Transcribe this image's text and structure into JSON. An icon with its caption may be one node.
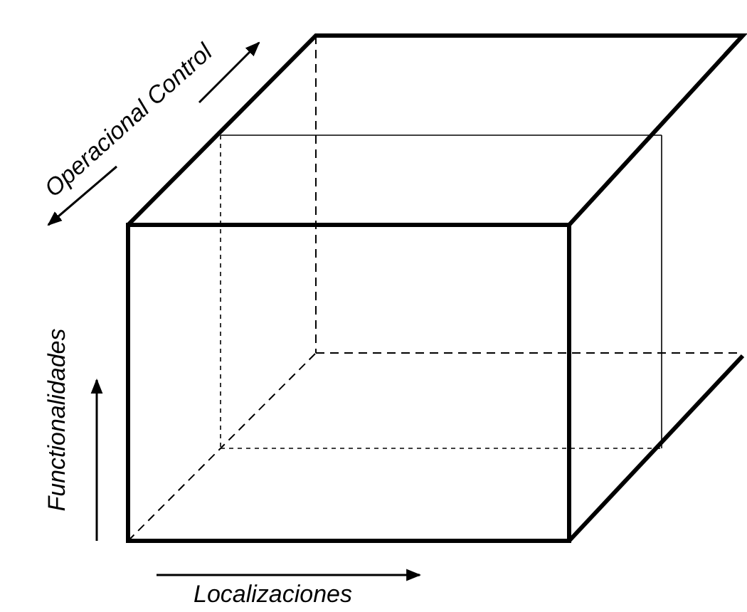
{
  "diagram": {
    "labels": [
      "Operacional Control",
      "Functionalidades",
      "Localizaciones"
    ]
  }
}
